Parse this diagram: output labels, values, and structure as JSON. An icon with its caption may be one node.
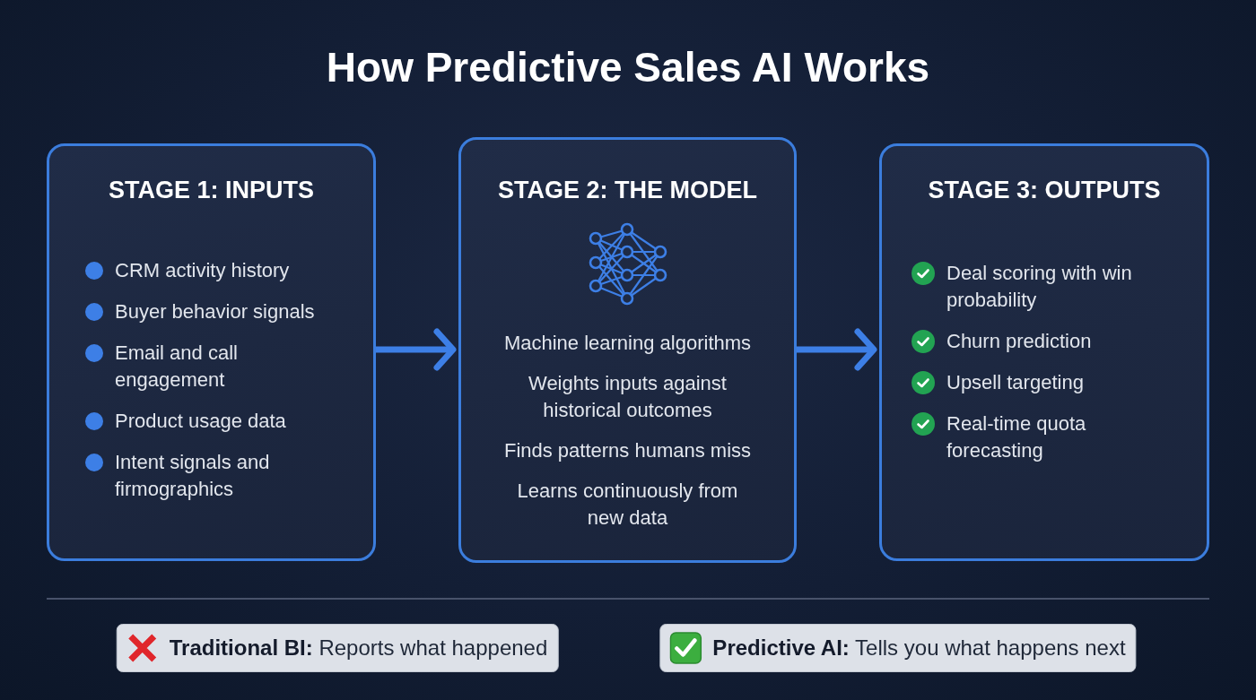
{
  "diagram": {
    "title": "How Predictive Sales AI Works",
    "nodes": [
      {
        "text": [
          "STAGE 1: INPUTS",
          "CRM activity history",
          "Buyer behavior signals",
          "Email and call engagement",
          "Product usage data",
          "Intent signals and firmographics"
        ]
      },
      {
        "text": [
          "STAGE 2: THE MODEL",
          "Machine learning algorithms",
          "Weights inputs against historical outcomes",
          "Finds patterns humans miss",
          "Learns continuously from new data"
        ]
      },
      {
        "text": [
          "STAGE 3: OUTPUTS",
          "Deal scoring with win probability",
          "Churn prediction",
          "Upsell targeting",
          "Real-time quota forecasting"
        ]
      },
      {
        "text": [
          "**Traditional BI:** Reports what happened"
        ]
      },
      {
        "text": [
          "**Predictive AI:** Tells you what happens next"
        ]
      }
    ],
    "edges": [
      {
        "from": 0,
        "to": 1,
        "arrow": "to"
      },
      {
        "from": 1,
        "to": 2,
        "arrow": "to"
      }
    ]
  }
}
